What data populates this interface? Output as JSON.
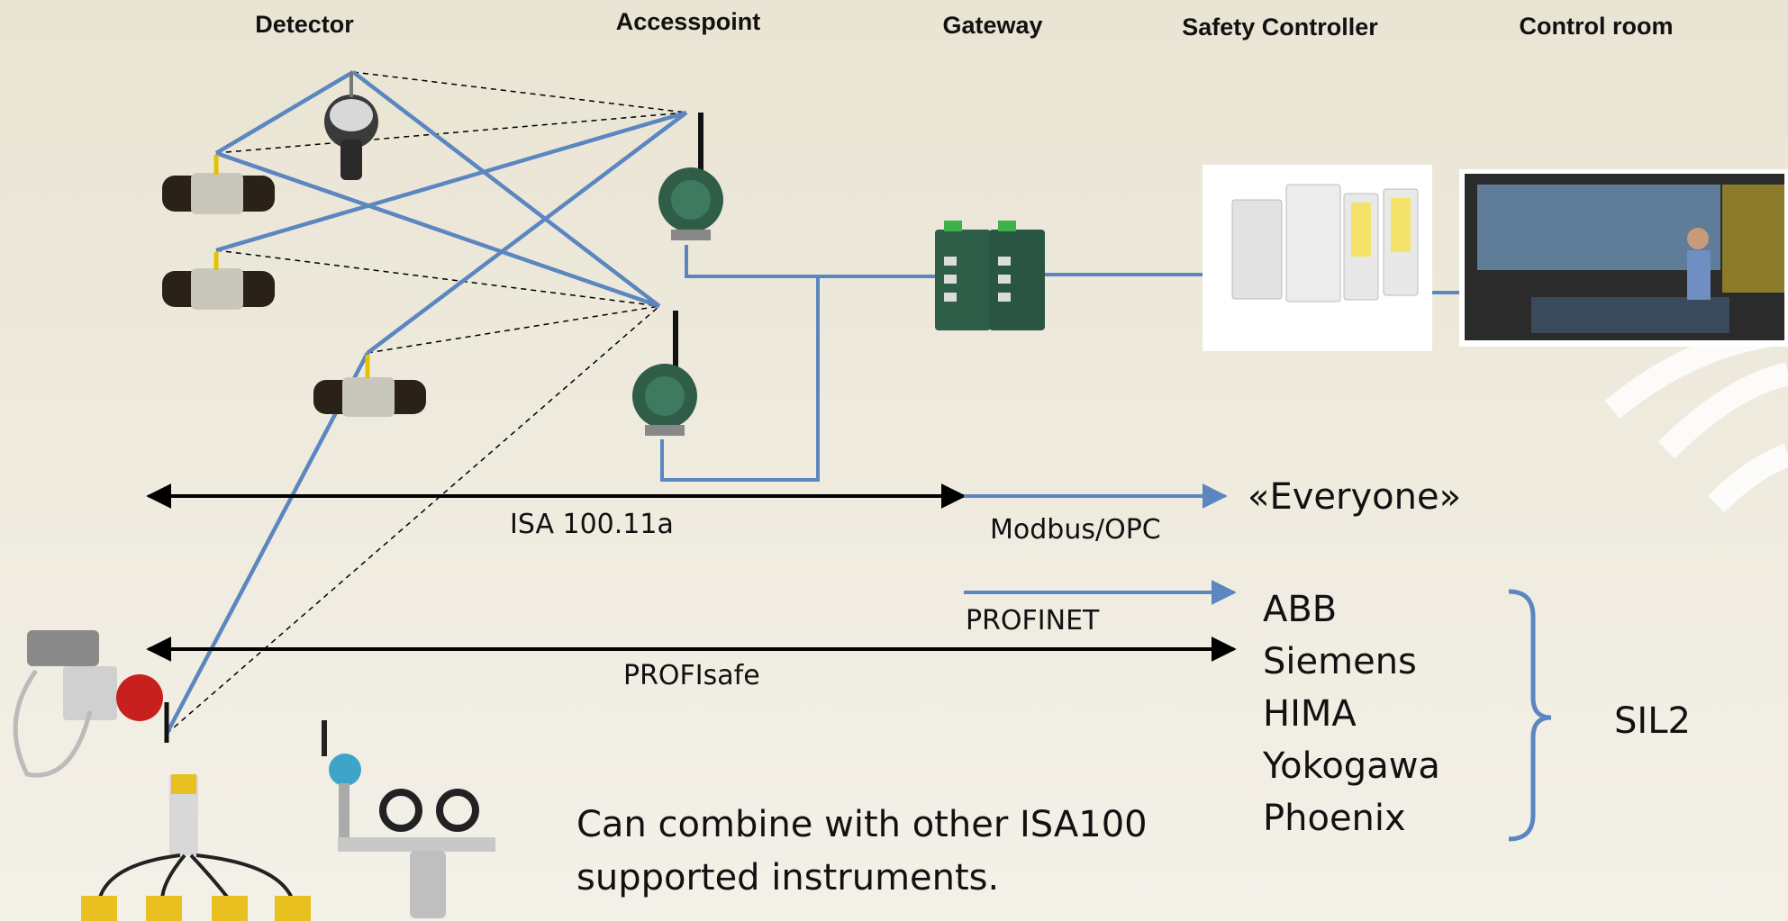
{
  "headers": {
    "detector": "Detector",
    "accesspoint": "Accesspoint",
    "gateway": "Gateway",
    "safety_controller": "Safety Controller",
    "control_room": "Control room"
  },
  "protocols": {
    "isa": "ISA 100.11a",
    "modbus": "Modbus/OPC",
    "everyone": "«Everyone»",
    "profinet": "PROFINET",
    "profisafe": "PROFIsafe"
  },
  "vendors": [
    "ABB",
    "Siemens",
    "HIMA",
    "Yokogawa",
    "Phoenix"
  ],
  "sil": "SIL2",
  "note": {
    "line1": "Can combine with other ISA100",
    "line2": "supported instruments."
  },
  "colors": {
    "wireless_link": "#5b86c0",
    "wired_link": "#5b86c0",
    "protocol_arrow": "#000000",
    "background": "#ece7d8"
  }
}
